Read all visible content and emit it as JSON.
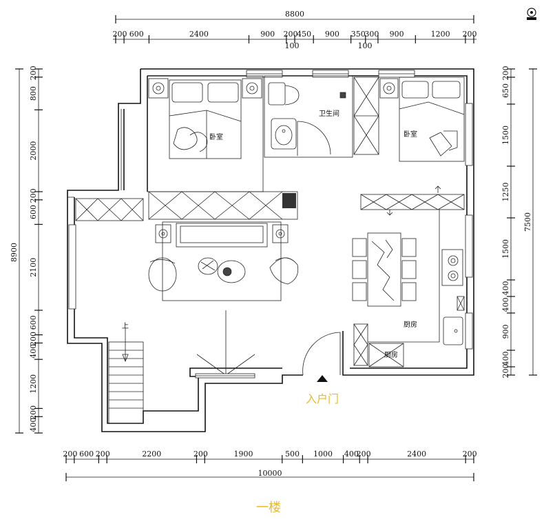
{
  "overall": {
    "width_top": "8800",
    "width_bottom": "10000",
    "height_left": "8900",
    "height_right": "7500"
  },
  "top_dims": [
    "200",
    "600",
    "2400",
    "900",
    "200",
    "450",
    "900",
    "350",
    "300",
    "900",
    "1200",
    "200"
  ],
  "top_sub_dims": [
    "100",
    "100"
  ],
  "bottom_dims": [
    "200",
    "600",
    "200",
    "2200",
    "200",
    "1900",
    "500",
    "1000",
    "400",
    "200",
    "2400",
    "200"
  ],
  "left_dims": [
    "200",
    "800",
    "2000",
    "200",
    "600",
    "2100",
    "600",
    "200",
    "400",
    "1200",
    "200",
    "400"
  ],
  "right_dims": [
    "200",
    "650",
    "1500",
    "1250",
    "1500",
    "400",
    "400",
    "900",
    "400",
    "200"
  ],
  "rooms": {
    "bedroom_left": "卧室",
    "bedroom_right": "卧室",
    "bathroom": "卫生间",
    "kitchen": "厨房",
    "kitchen_small": "厨房"
  },
  "stair_label": "上",
  "entrance_label": "入户门",
  "floor_label": "一楼",
  "accent_color": "#e8b92e",
  "icons": [
    "compass-icon",
    "entrance-arrow-icon"
  ]
}
